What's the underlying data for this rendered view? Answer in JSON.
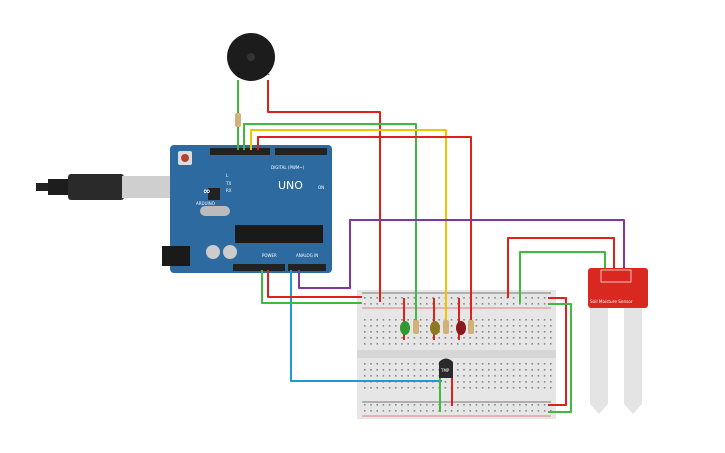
{
  "arduino": {
    "brand": "ARDUINO",
    "model": "UNO",
    "digital_label": "DIGITAL (PWM~)",
    "power_label": "POWER",
    "analog_label": "ANALOG IN",
    "on_label": "ON",
    "l_label": "L",
    "tx_label": "TX",
    "rx_label": "RX",
    "color": "#2c6aa0"
  },
  "buzzer": {
    "plus": "+",
    "minus": "−"
  },
  "sensor": {
    "label": "Soil Moisture Sensor",
    "color": "#d8281f"
  },
  "temp_sensor": {
    "label": "TMP"
  },
  "leds": [
    {
      "name": "green",
      "color": "#2f9a2f"
    },
    {
      "name": "yellow",
      "color": "#8c7a22"
    },
    {
      "name": "red",
      "color": "#8a1a1a"
    }
  ],
  "wire_colors": {
    "red": "#e0201b",
    "green": "#3fb93f",
    "yellow": "#f2c400",
    "purple": "#7a3aa0",
    "blue": "#1b9ad6"
  }
}
